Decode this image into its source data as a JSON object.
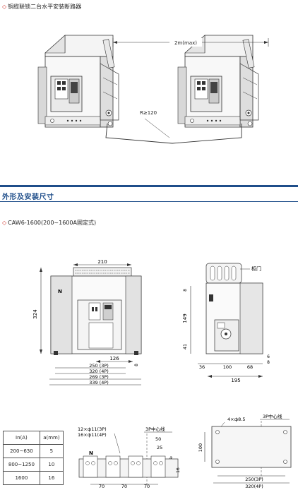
{
  "section1": {
    "caption": "铜缆联锁二台水平安装断路器",
    "distance_label": "2m(max)",
    "radius_label": "R≥120"
  },
  "section2": {
    "title": "外形及安装尺寸",
    "model_caption": "CAW6-1600(200~1600A固定式)"
  },
  "front_view": {
    "top_dim": "210",
    "height_dim": "324",
    "marker": "N",
    "bottom_dim_126": "126",
    "small_dim_8": "8",
    "width_dims": [
      "250 (3P)",
      "320 (4P)",
      "269 (3P)",
      "339 (4P)"
    ]
  },
  "side_view": {
    "door_label": "柜门",
    "dim_8": "8",
    "dim_149": "149",
    "dim_41": "41",
    "bottom_dims": [
      "36",
      "100",
      "68"
    ],
    "right_dims": [
      "6",
      "8"
    ],
    "total_dim": "195"
  },
  "current_table": {
    "headers": [
      "In(A)",
      "a(mm)"
    ],
    "rows": [
      [
        "200~630",
        "5"
      ],
      [
        "800~1250",
        "10"
      ],
      [
        "1600",
        "16"
      ]
    ]
  },
  "terminal_view": {
    "hole_labels": [
      "12×ф11(3P)",
      "16×ф11(4P)"
    ],
    "center_label": "3P中心线",
    "marker": "N",
    "dims": [
      "50",
      "25",
      "a",
      "16"
    ],
    "bottom_dims": [
      "70",
      "70",
      "70"
    ]
  },
  "mount_view": {
    "hole_label": "4×ф8.5",
    "center_label": "3P中心线",
    "height_dim": "100",
    "width_dims": [
      "250(3P)",
      "320(4P)"
    ]
  },
  "colors": {
    "accent": "#1f4e8a",
    "diamond": "#d0322a",
    "body_light": "#f2f2f2",
    "body_dark": "#cfcfcf"
  }
}
